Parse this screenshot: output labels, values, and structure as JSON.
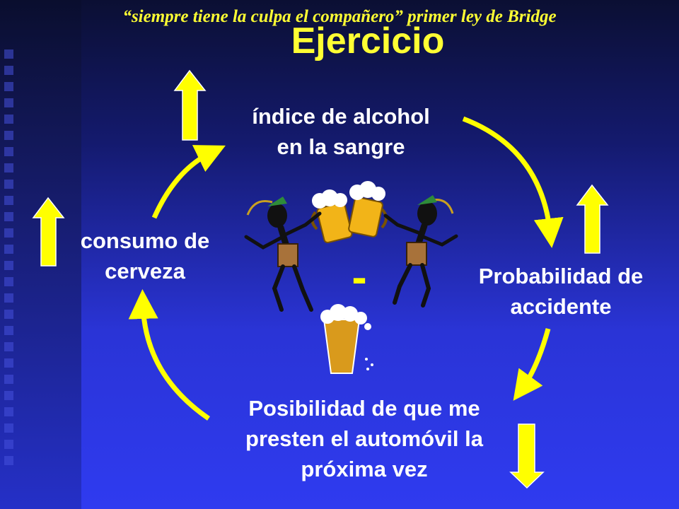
{
  "slide": {
    "quote": "“siempre tiene la culpa el compañero” primer ley de Bridge",
    "title": "Ejercicio",
    "center_sign": "-"
  },
  "nodes": {
    "alcohol": {
      "line1": "índice de alcohol",
      "line2": "en la sangre"
    },
    "consumo": {
      "line1": "consumo de",
      "line2": "cerveza"
    },
    "probabilidad": {
      "line1": "Probabilidad de",
      "line2": "accidente"
    },
    "posibilidad": {
      "line1": "Posibilidad de que me",
      "line2": "presten el automóvil la",
      "line3": "próxima vez"
    }
  },
  "indicators": {
    "alcohol": "up-arrow-icon",
    "consumo": "up-arrow-icon",
    "probabilidad": "up-arrow-icon",
    "posibilidad": "down-arrow-icon"
  },
  "colors": {
    "arrow_yellow": "#ffff00",
    "title_yellow": "#ffff33",
    "text_white": "#ffffff"
  }
}
